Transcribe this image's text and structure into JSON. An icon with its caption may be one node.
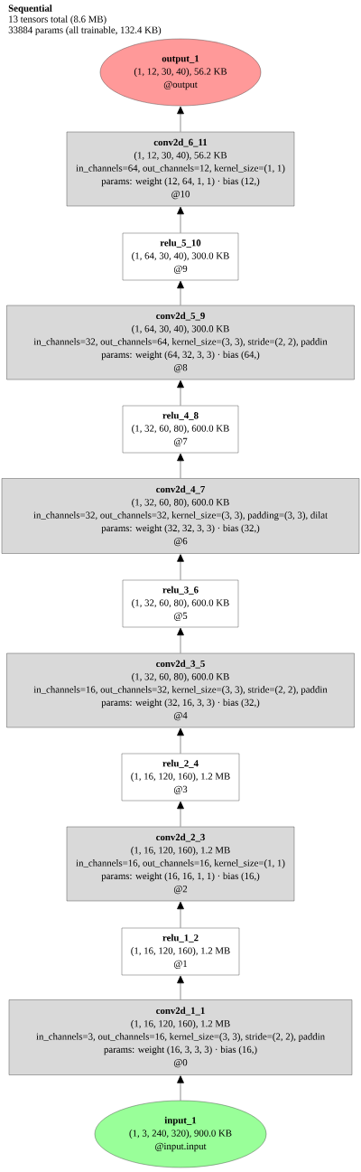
{
  "diagram": {
    "title": "Sequential",
    "nodes": [
      {
        "text": [
          "output_1",
          "(1, 12, 30, 40), 56.2 KB",
          "@output"
        ]
      },
      {
        "text": [
          "conv2d_6_11",
          "(1, 12, 30, 40), 56.2 KB",
          "in_channels=64, out_channels=12, kernel_size=(1, 1)",
          "params: weight (12, 64, 1, 1) · bias (12,)",
          "@10"
        ]
      },
      {
        "text": [
          "relu_5_10",
          "(1, 64, 30, 40), 300.0 KB",
          "@9"
        ]
      },
      {
        "text": [
          "conv2d_5_9",
          "(1, 64, 30, 40), 300.0 KB",
          "in_channels=32, out_channels=64, kernel_size=(3, 3), stride=(2, 2), paddin",
          "params: weight (64, 32, 3, 3) · bias (64,)",
          "@8"
        ]
      },
      {
        "text": [
          "relu_4_8",
          "(1, 32, 60, 80), 600.0 KB",
          "@7"
        ]
      },
      {
        "text": [
          "conv2d_4_7",
          "(1, 32, 60, 80), 600.0 KB",
          "in_channels=32, out_channels=32, kernel_size=(3, 3), padding=(3, 3), dilat",
          "params: weight (32, 32, 3, 3) · bias (32,)",
          "@6"
        ]
      },
      {
        "text": [
          "relu_3_6",
          "(1, 32, 60, 80), 600.0 KB",
          "@5"
        ]
      },
      {
        "text": [
          "conv2d_3_5",
          "(1, 32, 60, 80), 600.0 KB",
          "in_channels=16, out_channels=32, kernel_size=(3, 3), stride=(2, 2), paddin",
          "params: weight (32, 16, 3, 3) · bias (32,)",
          "@4"
        ]
      },
      {
        "text": [
          "relu_2_4",
          "(1, 16, 120, 160), 1.2 MB",
          "@3"
        ]
      },
      {
        "text": [
          "conv2d_2_3",
          "(1, 16, 120, 160), 1.2 MB",
          "in_channels=16, out_channels=16, kernel_size=(1, 1)",
          "params: weight (16, 16, 1, 1) · bias (16,)",
          "@2"
        ]
      },
      {
        "text": [
          "relu_1_2",
          "(1, 16, 120, 160), 1.2 MB",
          "@1"
        ]
      },
      {
        "text": [
          "conv2d_1_1",
          "(1, 16, 120, 160), 1.2 MB",
          "in_channels=3, out_channels=16, kernel_size=(3, 3), stride=(2, 2), paddin",
          "params: weight (16, 3, 3, 3) · bias (16,)",
          "@0"
        ]
      },
      {
        "text": [
          "input_1",
          "(1, 3, 240, 320), 900.0 KB",
          "@input.input"
        ]
      }
    ],
    "edges": [
      {
        "from": 1,
        "to": 0,
        "arrow": "to"
      },
      {
        "from": 2,
        "to": 1,
        "arrow": "to"
      },
      {
        "from": 3,
        "to": 2,
        "arrow": "to"
      },
      {
        "from": 4,
        "to": 3,
        "arrow": "to"
      },
      {
        "from": 5,
        "to": 4,
        "arrow": "to"
      },
      {
        "from": 6,
        "to": 5,
        "arrow": "to"
      },
      {
        "from": 7,
        "to": 6,
        "arrow": "to"
      },
      {
        "from": 8,
        "to": 7,
        "arrow": "to"
      },
      {
        "from": 9,
        "to": 8,
        "arrow": "to"
      },
      {
        "from": 10,
        "to": 9,
        "arrow": "to"
      },
      {
        "from": 11,
        "to": 10,
        "arrow": "to"
      },
      {
        "from": 12,
        "to": 11,
        "arrow": "to"
      }
    ],
    "labels": [
      "13 tensors total (8.6 MB)",
      "33884 params (all trainable, 132.4 KB)"
    ]
  }
}
